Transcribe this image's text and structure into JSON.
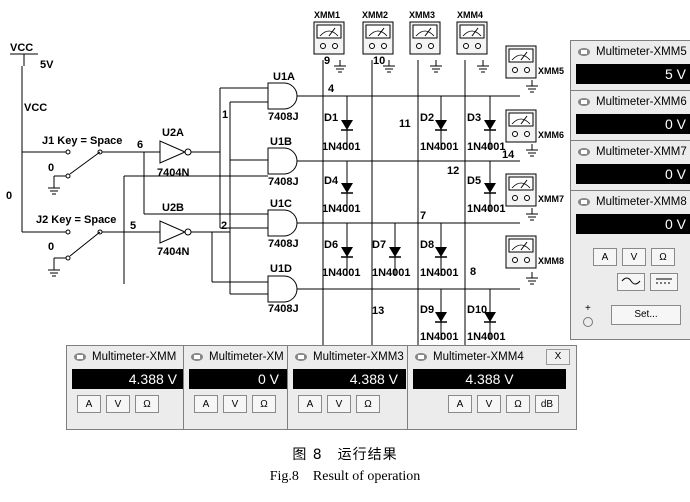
{
  "schematic": {
    "vcc_label": "VCC",
    "vcc_voltage": "5V",
    "vcc_net": "VCC",
    "net_zero": "0",
    "ground_label": "0",
    "j1_label": "J1 Key = Space",
    "j2_label": "J2 Key = Space",
    "net_6": "6",
    "net_5": "5",
    "net_1": "1",
    "net_2": "2",
    "net_4": "4",
    "net_7": "7",
    "net_8": "8",
    "net_9": "9",
    "net_10": "10",
    "net_11": "11",
    "net_12": "12",
    "net_13": "13",
    "net_14": "14",
    "u2a": "U2A",
    "u2b": "U2B",
    "inv_part": "7404N",
    "u1a": "U1A",
    "u1b": "U1B",
    "u1c": "U1C",
    "u1d": "U1D",
    "and_part": "7408J",
    "d1": "D1",
    "d2": "D2",
    "d3": "D3",
    "d4": "D4",
    "d5": "D5",
    "d6": "D6",
    "d7": "D7",
    "d8": "D8",
    "d9": "D9",
    "d10": "D10",
    "diode_part": "1N4001",
    "xmm1": "XMM1",
    "xmm2": "XMM2",
    "xmm3": "XMM3",
    "xmm4": "XMM4",
    "xmm5": "XMM5",
    "xmm6": "XMM6",
    "xmm7": "XMM7",
    "xmm8": "XMM8",
    "meter_plus": "+",
    "meter_minus": "-"
  },
  "right_meters": {
    "title5": "Multimeter-XMM5",
    "title6": "Multimeter-XMM6",
    "title7": "Multimeter-XMM7",
    "title8": "Multimeter-XMM8",
    "reading5": "5 V",
    "reading6": "0 V",
    "reading7": "0 V",
    "reading8": "0 V",
    "btn_a": "A",
    "btn_v": "V",
    "btn_ohm": "Ω",
    "plus": "+",
    "set_label": "Set..."
  },
  "bottom_meters": {
    "title1": "Multimeter-XMM",
    "title2": "Multimeter-XM",
    "title3": "Multimeter-XMM3",
    "title4": "Multimeter-XMM4",
    "reading1": "4.388 V",
    "reading2": "0 V",
    "reading3": "4.388 V",
    "reading4": "4.388 V",
    "btn_a": "A",
    "btn_v": "V",
    "btn_ohm": "Ω",
    "btn_db": "dB",
    "close": "X"
  },
  "caption": {
    "cn": "图 8　运行结果",
    "en": "Fig.8　Result of operation"
  },
  "colors": {
    "display_bg": "#000000",
    "window_bg": "#ececec",
    "wire": "#000000"
  }
}
